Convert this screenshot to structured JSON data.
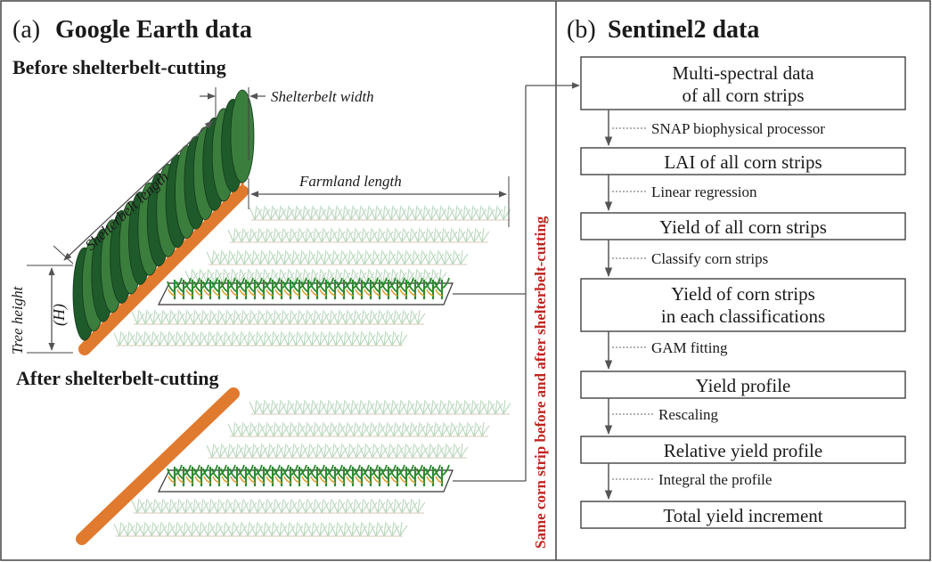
{
  "panel_a": {
    "prefix": "(a)",
    "title": "Google Earth data",
    "before_label": "Before shelterbelt-cutting",
    "after_label": "After shelterbelt-cutting",
    "shelterbelt_width": "Shelterbelt width",
    "shelterbelt_length": "Shelterbelt length",
    "farmland_length": "Farmland length",
    "tree_height": "Tree height",
    "tree_height_symbol": "(H)"
  },
  "vertical_note": "Same corn strip before and after shelterbelt-cutting",
  "panel_b": {
    "prefix": "(b)",
    "title": "Sentinel2 data",
    "boxes": [
      [
        "Multi-spectral data",
        "of all corn strips"
      ],
      [
        "LAI of all corn strips"
      ],
      [
        "Yield of all corn strips"
      ],
      [
        "Yield of corn strips",
        "in each classifications"
      ],
      [
        "Yield profile"
      ],
      [
        "Relative yield profile"
      ],
      [
        "Total yield increment"
      ]
    ],
    "steps": [
      "SNAP biophysical processor",
      "Linear regression",
      "Classify corn strips",
      "GAM fitting",
      "Rescaling",
      "Integral the profile"
    ]
  },
  "colors": {
    "tree_dark": "#1f5a2a",
    "tree_light": "#3b7d3d",
    "trunk": "#e07a2e",
    "corn_green": "#2f8a32",
    "corn_leaf": "#e0a030",
    "crop_faint": "#b9d7bd",
    "note_red": "#c0241f"
  }
}
